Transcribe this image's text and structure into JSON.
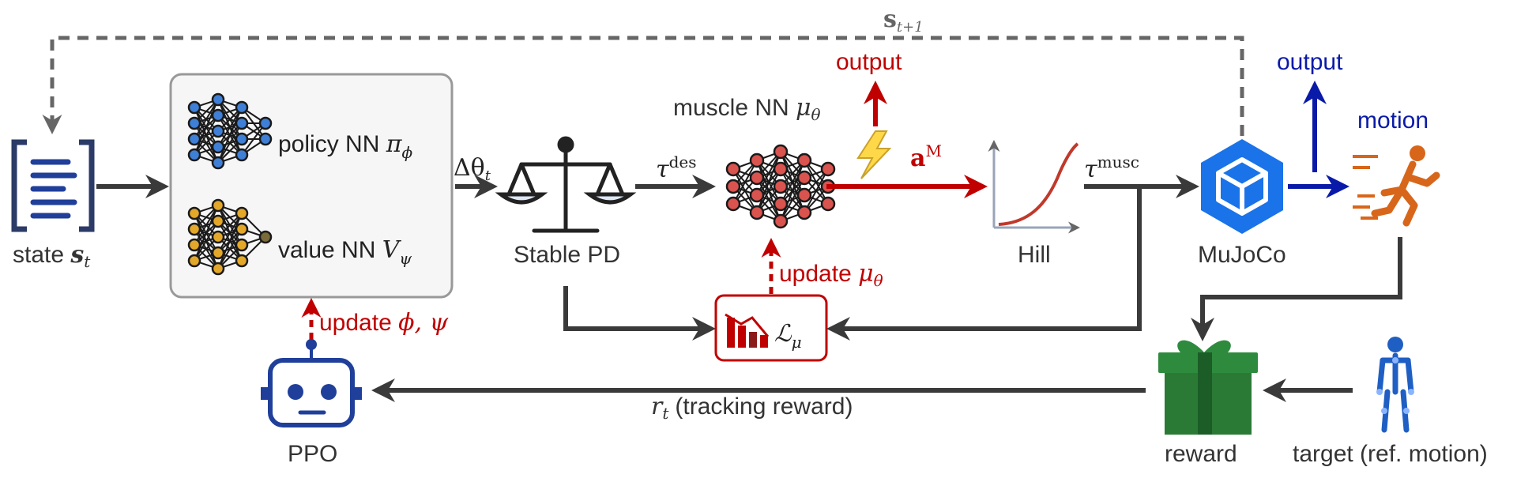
{
  "labels": {
    "state": "state",
    "state_sym": "s",
    "state_sub": "t",
    "s_next_sym": "s",
    "s_next_sub": "t+1",
    "policy": "policy NN",
    "policy_sym": "π",
    "policy_sub": "ϕ",
    "value": "value NN",
    "value_sym": "V",
    "value_sub": "ψ",
    "delta_theta": "Δθ",
    "delta_theta_sub": "t",
    "stable_pd": "Stable PD",
    "tau_des": "τ",
    "tau_des_sup": "des",
    "muscle_nn": "muscle NN",
    "muscle_sym": "μ",
    "muscle_sub": "θ",
    "output_red": "output",
    "a_m": "a",
    "a_m_sup": "M",
    "hill": "Hill",
    "tau_musc": "τ",
    "tau_musc_sup": "musc",
    "mujoco": "MuJoCo",
    "output_blue": "output",
    "motion": "motion",
    "update_mu": "update",
    "update_mu_sym": "μ",
    "update_mu_sub": "θ",
    "loss_sym": "ℒ",
    "loss_sub": "μ",
    "update_phi": "update",
    "update_phi_sym": "ϕ, ψ",
    "ppo": "PPO",
    "reward_text": "(tracking reward)",
    "reward_sym": "r",
    "reward_sub": "t",
    "reward": "reward",
    "target": "target (ref. motion)"
  },
  "colors": {
    "arrow_dark": "#3a3a3a",
    "accent_red": "#c00000",
    "accent_blue": "#0a1aa8",
    "mujoco_blue": "#1a73e8",
    "nn_blue": "#3f7fd6",
    "nn_gold": "#e3a72a",
    "nn_red": "#d9534f",
    "gift_green": "#2e8b3e",
    "runner_orange": "#d8661a",
    "robot_blue": "#1f3f9a"
  },
  "icons": [
    "document-icon",
    "policy-network-icon",
    "value-network-icon",
    "balance-scale-icon",
    "muscle-network-icon",
    "lightning-icon",
    "hill-curve-icon",
    "mujoco-cube-icon",
    "running-person-icon",
    "loss-chart-icon",
    "robot-icon",
    "gift-icon",
    "stick-figure-icon"
  ]
}
